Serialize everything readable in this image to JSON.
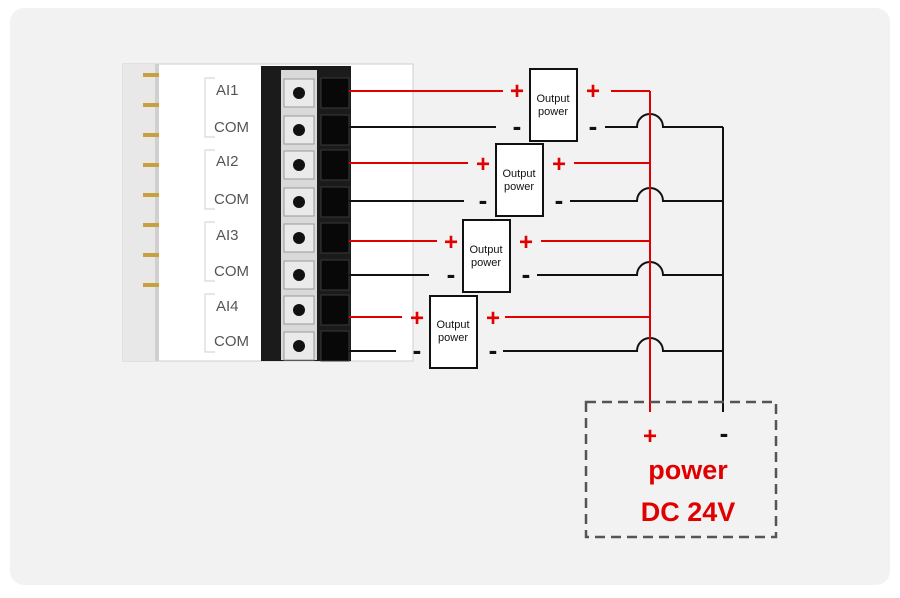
{
  "terminal_labels": [
    "AI1",
    "COM",
    "AI2",
    "COM",
    "AI3",
    "COM",
    "AI4",
    "COM"
  ],
  "channels": [
    {
      "output_label_line1": "Output",
      "output_label_line2": "power",
      "plus_sign": "+",
      "minus_sign": "-"
    },
    {
      "output_label_line1": "Output",
      "output_label_line2": "power",
      "plus_sign": "+",
      "minus_sign": "-"
    },
    {
      "output_label_line1": "Output",
      "output_label_line2": "power",
      "plus_sign": "+",
      "minus_sign": "-"
    },
    {
      "output_label_line1": "Output",
      "output_label_line2": "power",
      "plus_sign": "+",
      "minus_sign": "-"
    }
  ],
  "power_supply": {
    "plus_sign": "+",
    "minus_sign": "-",
    "title": "power",
    "voltage": "DC 24V"
  },
  "colors": {
    "wire_positive": "#e00000",
    "wire_negative": "#111111",
    "label_red": "#e00000",
    "panel_bg": "#f2f2f2",
    "border_dashed": "#555555"
  }
}
